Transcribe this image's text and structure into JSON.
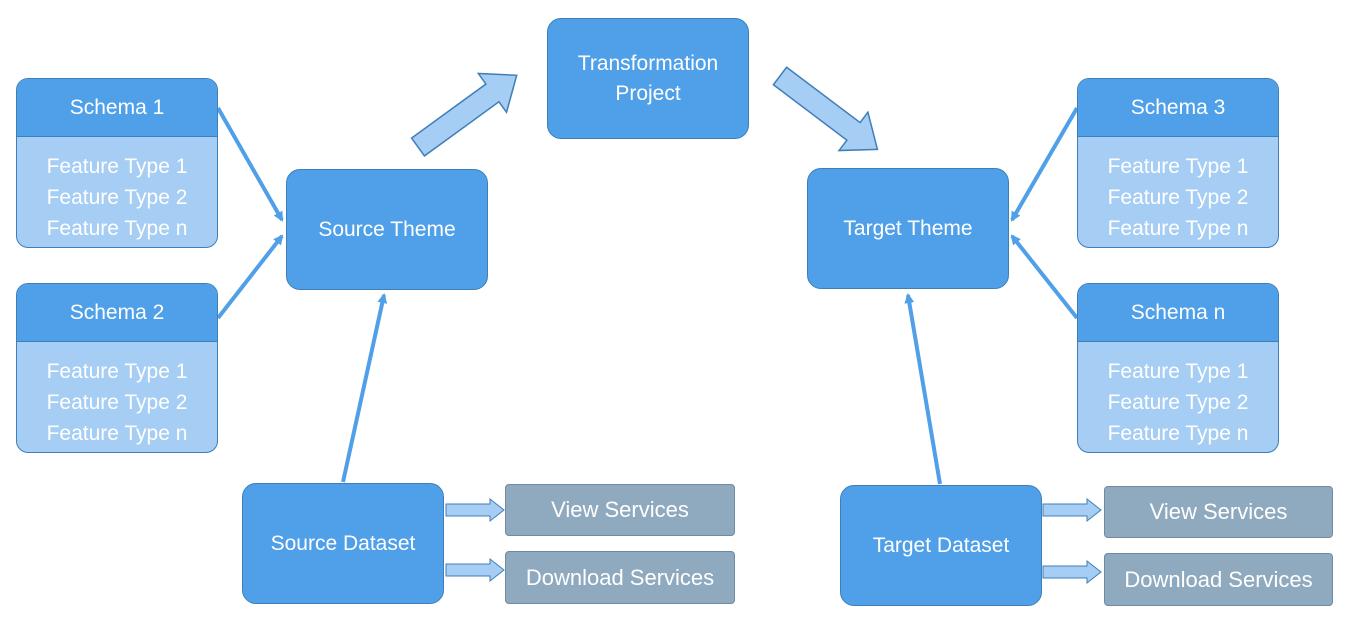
{
  "nodes": {
    "transformation_project": "Transformation\nProject",
    "source_theme": "Source Theme",
    "target_theme": "Target Theme",
    "source_dataset": "Source Dataset",
    "target_dataset": "Target Dataset"
  },
  "services": {
    "source_view": "View Services",
    "source_download": "Download Services",
    "target_view": "View Services",
    "target_download": "Download Services"
  },
  "schemas": [
    {
      "title": "Schema 1",
      "items": [
        "Feature Type 1",
        "Feature Type 2",
        "Feature Type n"
      ]
    },
    {
      "title": "Schema 2",
      "items": [
        "Feature Type 1",
        "Feature Type 2",
        "Feature Type n"
      ]
    },
    {
      "title": "Schema 3",
      "items": [
        "Feature Type 1",
        "Feature Type 2",
        "Feature Type n"
      ]
    },
    {
      "title": "Schema n",
      "items": [
        "Feature Type 1",
        "Feature Type 2",
        "Feature Type n"
      ]
    }
  ],
  "colors": {
    "node_fill": "#4fa0e8",
    "schema_body": "#a6cdf3",
    "service_fill": "#8fa9bf",
    "arrow": "#4fa0e8",
    "block_arrow_fill": "#a6cdf3",
    "block_arrow_stroke": "#3f7fb8"
  }
}
